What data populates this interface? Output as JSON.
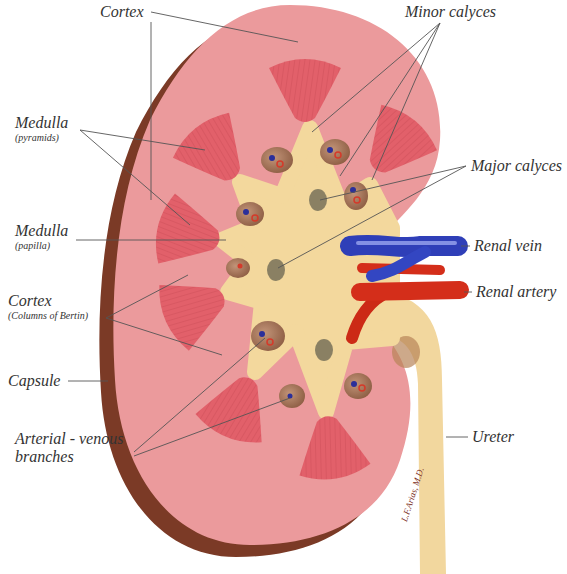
{
  "diagram": {
    "labels": [
      "Cortex",
      "Minor calyces",
      "Medulla",
      "(pyramids)",
      "Major calyces",
      "Medulla",
      "(papilla)",
      "Renal vein",
      "Cortex",
      "(Columns of Bertin)",
      "Renal artery",
      "Capsule",
      "Arterial - venous branches",
      "Ureter",
      "L.F.Arias, M.D."
    ]
  }
}
